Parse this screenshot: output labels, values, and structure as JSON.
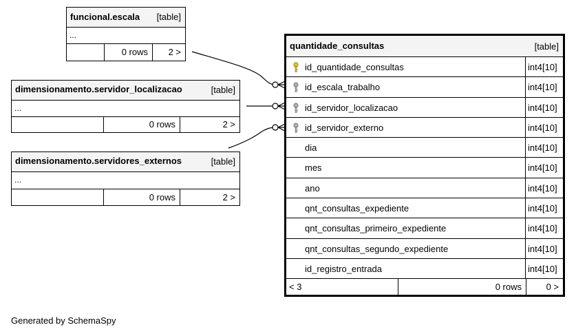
{
  "tables": {
    "funcional_escala": {
      "name": "funcional.escala",
      "kind": "[table]",
      "ellipsis": "...",
      "rows": "0 rows",
      "children": "2 >"
    },
    "servidor_localizacao": {
      "name": "dimensionamento.servidor_localizacao",
      "kind": "[table]",
      "ellipsis": "...",
      "rows": "0 rows",
      "children": "2 >"
    },
    "servidores_externos": {
      "name": "dimensionamento.servidores_externos",
      "kind": "[table]",
      "ellipsis": "...",
      "rows": "0 rows",
      "children": "2 >"
    },
    "quantidade_consultas": {
      "name": "quantidade_consultas",
      "kind": "[table]",
      "columns": [
        {
          "name": "id_quantidade_consultas",
          "type": "int4[10]",
          "key": "primary"
        },
        {
          "name": "id_escala_trabalho",
          "type": "int4[10]",
          "key": "foreign"
        },
        {
          "name": "id_servidor_localizacao",
          "type": "int4[10]",
          "key": "foreign"
        },
        {
          "name": "id_servidor_externo",
          "type": "int4[10]",
          "key": "foreign"
        },
        {
          "name": "dia",
          "type": "int4[10]",
          "key": ""
        },
        {
          "name": "mes",
          "type": "int4[10]",
          "key": ""
        },
        {
          "name": "ano",
          "type": "int4[10]",
          "key": ""
        },
        {
          "name": "qnt_consultas_expediente",
          "type": "int4[10]",
          "key": ""
        },
        {
          "name": "qnt_consultas_primeiro_expediente",
          "type": "int4[10]",
          "key": ""
        },
        {
          "name": "qnt_consultas_segundo_expediente",
          "type": "int4[10]",
          "key": ""
        },
        {
          "name": "id_registro_entrada",
          "type": "int4[10]",
          "key": ""
        }
      ],
      "parents": "< 3",
      "rows": "0 rows",
      "children": "0 >"
    }
  },
  "footer_text": "Generated by SchemaSpy",
  "colors": {
    "primary_key": "#e8c800",
    "foreign_key": "#b0b0b0"
  }
}
